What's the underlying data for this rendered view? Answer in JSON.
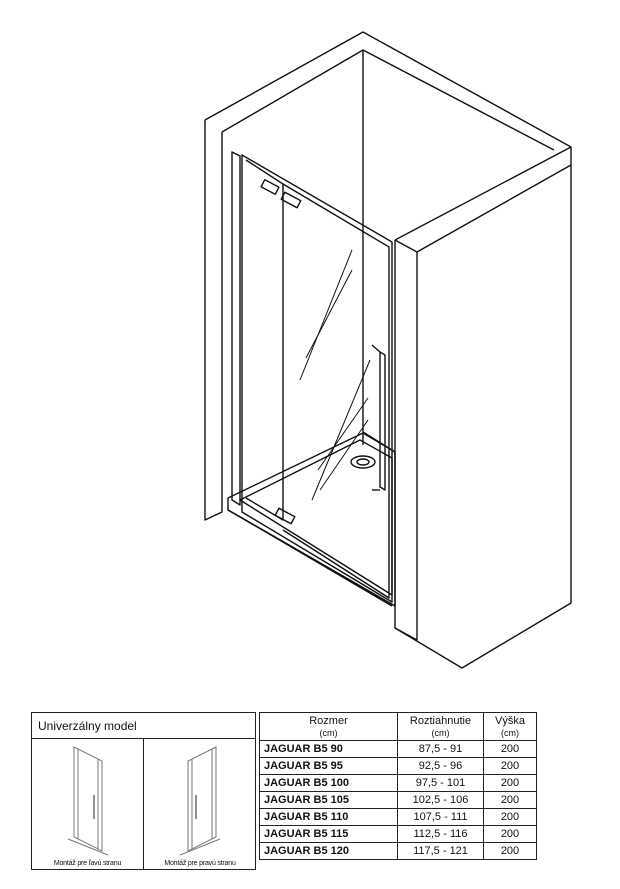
{
  "panel": {
    "title": "Univerzálny model",
    "left_caption": "Montáž pre ľavú stranu",
    "right_caption": "Montáž pre pravú stranu"
  },
  "table": {
    "headers": [
      {
        "title": "Rozmer",
        "unit": "(cm)"
      },
      {
        "title": "Roztiahnutie",
        "unit": "(cm)"
      },
      {
        "title": "Výška",
        "unit": "(cm)"
      }
    ],
    "rows": [
      {
        "model": "JAGUAR B5 90",
        "range": "87,5 - 91",
        "height": "200"
      },
      {
        "model": "JAGUAR B5 95",
        "range": "92,5 - 96",
        "height": "200"
      },
      {
        "model": "JAGUAR B5 100",
        "range": "97,5 - 101",
        "height": "200"
      },
      {
        "model": "JAGUAR B5 105",
        "range": "102,5 - 106",
        "height": "200"
      },
      {
        "model": "JAGUAR B5 110",
        "range": "107,5 - 111",
        "height": "200"
      },
      {
        "model": "JAGUAR B5 115",
        "range": "112,5 - 116",
        "height": "200"
      },
      {
        "model": "JAGUAR B5 120",
        "range": "117,5 - 121",
        "height": "200"
      }
    ]
  }
}
